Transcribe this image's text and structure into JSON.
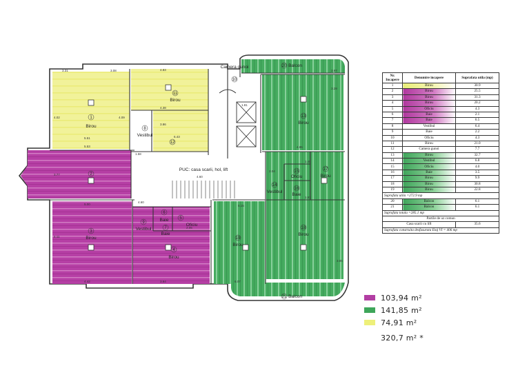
{
  "colors": {
    "purple": "#b23ea3",
    "green": "#3ea65a",
    "yellow": "#eef07a",
    "wall": "#333333"
  },
  "rooms": [
    {
      "num": "1",
      "name": "Birou"
    },
    {
      "num": "2",
      "name": ""
    },
    {
      "num": "3",
      "name": "Birou"
    },
    {
      "num": "4",
      "name": "Birou"
    },
    {
      "num": "5",
      "name": "Oficiu"
    },
    {
      "num": "6",
      "name": "Baie"
    },
    {
      "num": "7",
      "name": "Baie"
    },
    {
      "num": "8",
      "name": "Vestibul"
    },
    {
      "num": "9",
      "name": "Vestibul"
    },
    {
      "num": "10",
      "name": "Camera gunoi"
    },
    {
      "num": "11",
      "name": "Birou"
    },
    {
      "num": "12",
      "name": ""
    },
    {
      "num": "13",
      "name": "Birou"
    },
    {
      "num": "14",
      "name": "Vestibul"
    },
    {
      "num": "15",
      "name": "Oficiu"
    },
    {
      "num": "16",
      "name": "Baie"
    },
    {
      "num": "17",
      "name": "Birou"
    },
    {
      "num": "18",
      "name": "Birou"
    },
    {
      "num": "19",
      "name": "Birou"
    },
    {
      "num": "20",
      "name": "Balcon"
    },
    {
      "num": "21",
      "name": "Balcon"
    }
  ],
  "plan_text": {
    "stair_label": "PUC: casa scarii, hol, lift",
    "dims": [
      "3.31",
      "3.08",
      "4.02",
      "5.51",
      "5.53",
      "4.09",
      "4.38",
      "4.83",
      "3.77",
      "5.00",
      "4.11",
      "4.42",
      "3.84",
      "1.81",
      "2.97",
      "3.29",
      "4.85",
      "3.85",
      "4.60",
      "1.58",
      "6.43",
      "5.15",
      "2.04",
      "6.07",
      "4.60",
      "3.86",
      "1.40",
      "1.97",
      "2.05"
    ]
  },
  "table": {
    "headers": [
      "Nr. Incapere",
      "Denumire incapere",
      "Suprafata utila (mp)"
    ],
    "rows": [
      {
        "nr": "1",
        "name": "Birou",
        "area": "30.9",
        "color": "yellow"
      },
      {
        "nr": "2",
        "name": "Birou",
        "area": "25.5",
        "color": "purple"
      },
      {
        "nr": "3",
        "name": "Birou",
        "area": "31.3",
        "color": "purple"
      },
      {
        "nr": "4",
        "name": "Birou",
        "area": "20.2",
        "color": "purple"
      },
      {
        "nr": "5",
        "name": "Oficiu",
        "area": "4.3",
        "color": "purple"
      },
      {
        "nr": "6",
        "name": "Baie",
        "area": "2.1",
        "color": "purple"
      },
      {
        "nr": "7",
        "name": "Baie",
        "area": "6.5",
        "color": "purple"
      },
      {
        "nr": "8",
        "name": "Vestibul",
        "area": "6.4",
        "color": "none"
      },
      {
        "nr": "9",
        "name": "Baie",
        "area": "2.2",
        "color": "none"
      },
      {
        "nr": "10",
        "name": "Oficiu",
        "area": "4.3",
        "color": "none"
      },
      {
        "nr": "11",
        "name": "Birou",
        "area": "21.0",
        "color": "none"
      },
      {
        "nr": "12",
        "name": "Camera gunoi",
        "area": "7.7",
        "color": "none"
      },
      {
        "nr": "13",
        "name": "Birou",
        "area": "32.7",
        "color": "green"
      },
      {
        "nr": "14",
        "name": "Vestibul",
        "area": "6.8",
        "color": "green"
      },
      {
        "nr": "15",
        "name": "Oficiu",
        "area": "4.0",
        "color": "green"
      },
      {
        "nr": "16",
        "name": "Baie",
        "area": "3.5",
        "color": "green"
      },
      {
        "nr": "17",
        "name": "Birou",
        "area": "9.9",
        "color": "green"
      },
      {
        "nr": "18",
        "name": "Birou",
        "area": "30.8",
        "color": "green"
      },
      {
        "nr": "19",
        "name": "Birou",
        "area": "22.8",
        "color": "green"
      }
    ],
    "sum_util": "Suprafata utila =272.9 mp",
    "balcony_rows": [
      {
        "nr": "20",
        "name": "Balcon",
        "area": "6.1",
        "color": "green"
      },
      {
        "nr": "21",
        "name": "Balcon",
        "area": "6.1",
        "color": "green"
      }
    ],
    "sum_total": "Suprafata totala =285.1 mp",
    "common_title": "Partile de uz comun",
    "common_row": {
      "name": "Casa scarii cu lift",
      "area": "35.6"
    },
    "sum_built": "Suprafata construita desfasurata Etaj VI = 406 mp"
  },
  "hand_legend": [
    {
      "text": "103,94 m²",
      "color": "purple"
    },
    {
      "text": "141,85 m²",
      "color": "green"
    },
    {
      "text": "74,91 m²",
      "color": "yellow"
    },
    {
      "text": "320,7 m² *",
      "color": "none"
    }
  ]
}
